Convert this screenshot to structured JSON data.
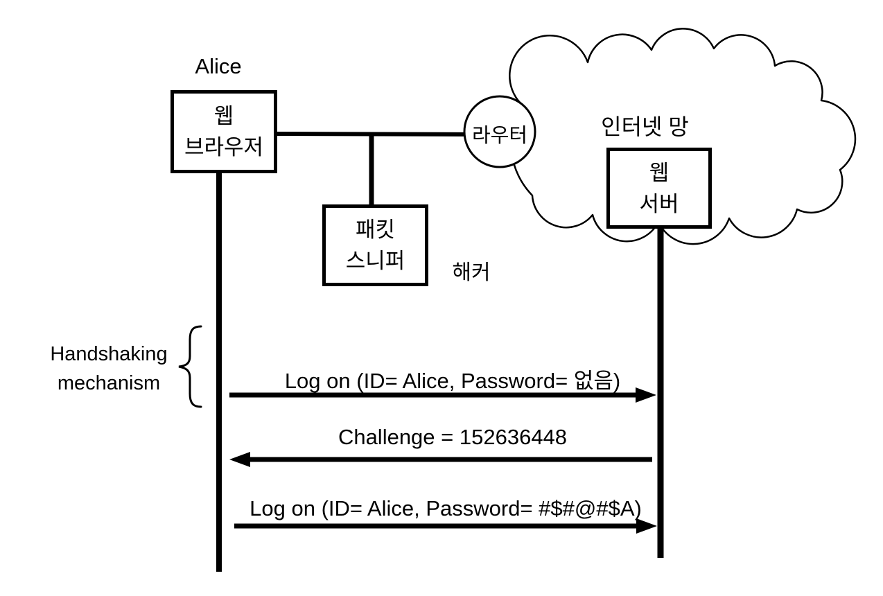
{
  "labels": {
    "alice": "Alice",
    "hacker": "해커",
    "router": "라우터",
    "internet": "인터넷 망",
    "handshaking_line1": "Handshaking",
    "handshaking_line2": "mechanism"
  },
  "nodes": {
    "web_browser": {
      "line1": "웹",
      "line2": "브라우저"
    },
    "packet_sniffer": {
      "line1": "패킷",
      "line2": "스니퍼"
    },
    "web_server": {
      "line1": "웹",
      "line2": "서버"
    }
  },
  "messages": [
    {
      "text": "Log on (ID= Alice, Password= 없음)",
      "direction": "right",
      "from": "web_browser",
      "to": "web_server"
    },
    {
      "text": "Challenge = 152636448",
      "direction": "left",
      "from": "web_server",
      "to": "web_browser"
    },
    {
      "text": "Log on (ID= Alice, Password= #$#@#$A)",
      "direction": "right",
      "from": "web_browser",
      "to": "web_server"
    }
  ],
  "colors": {
    "ink": "#000000",
    "background": "#ffffff"
  }
}
